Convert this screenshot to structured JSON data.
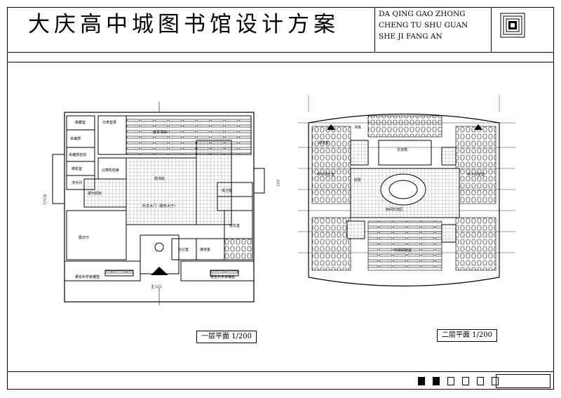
{
  "title": {
    "cn": "大庆高中城图书馆设计方案",
    "en_lines": [
      "DA QING GAO ZHONG",
      "CHENG TU SHU GUAN",
      "SHE JI FANG AN"
    ]
  },
  "plan1": {
    "caption": "一层平面 1/200",
    "rooms": {
      "r1": "典藏室",
      "r2": "分类登录",
      "r3": "采编部",
      "r4": "采编部自动",
      "r5": "微机室",
      "r6": "洗手间",
      "r7": "计算机检索",
      "r8": "报刊阅览",
      "r9": "基本书库",
      "r10": "借书处",
      "r11": "保卫室",
      "r12": "外文大门（服务大厅）",
      "r13": "展示厅",
      "r14": "馆长室",
      "r15": "接待室",
      "r16": "办公室",
      "r17": "著名科学家雕塑",
      "r18": "著名科学家雕塑"
    },
    "entrance_main": "主入口",
    "entrance_side": "次入口"
  },
  "plan2": {
    "caption": "二层平面 1/200",
    "rooms": {
      "r1": "阅览室",
      "r2": "交流角",
      "r3": "电子阅览室",
      "r4": "电子阅览室",
      "r5": "休闲交流区",
      "r6": "阅览",
      "r7": "开架阅览室",
      "r8": "书库"
    },
    "entrance_side": "入口"
  },
  "footer": {
    "squares": [
      "filled",
      "filled",
      "empty",
      "empty",
      "empty",
      "empty"
    ]
  }
}
